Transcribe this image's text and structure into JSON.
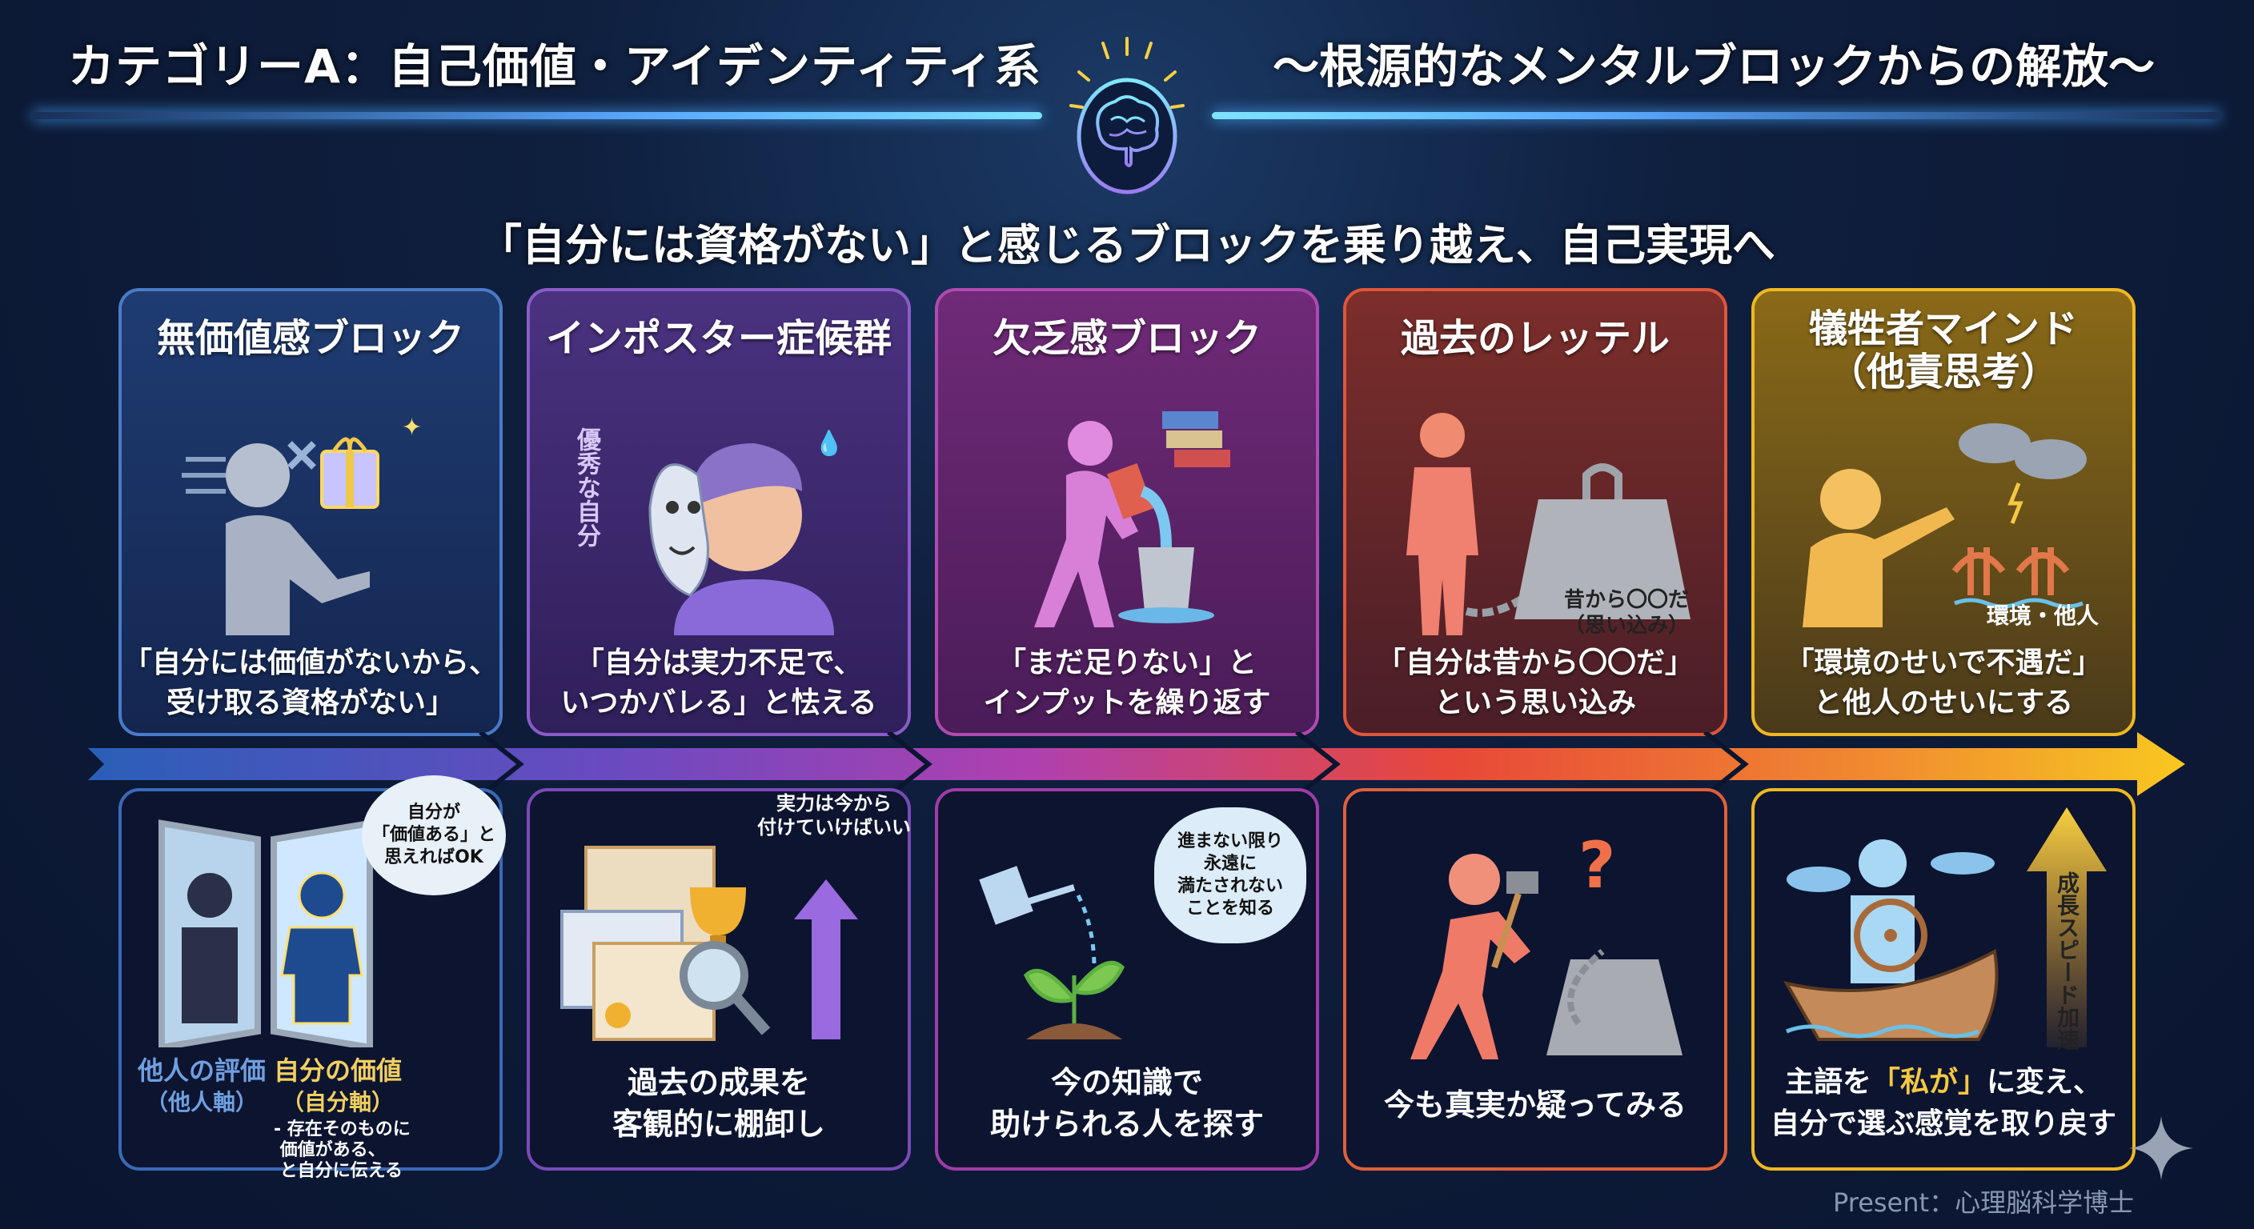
{
  "header": {
    "title_left": "カテゴリーA：自己価値・アイデンティティ系",
    "title_right": "〜根源的なメンタルブロックからの解放〜",
    "icon": "brain-icon"
  },
  "subtitle": "「自分には資格がない」と感じるブロックを乗り越え、自己実現へ",
  "colors": {
    "blue": "#4a7bc8",
    "purple": "#8a5cc8",
    "magenta": "#b04ab0",
    "red": "#e0553a",
    "gold": "#f0b820"
  },
  "blocks": [
    {
      "title": "無価値感ブロック",
      "quote_l1": "「自分には価値がないから、",
      "quote_l2": "受け取る資格がない」",
      "bubble": [
        "自分が",
        "「価値ある」と",
        "思えればOK"
      ],
      "label_other": "他人の評価",
      "label_other_sub": "（他人軸）",
      "label_self": "自分の価値",
      "label_self_sub": "（自分軸）",
      "note": [
        "- 存在そのものに",
        "価値がある、",
        "と自分に伝える"
      ]
    },
    {
      "title": "インポスター症候群",
      "mask_label": "優秀な自分",
      "quote_l1": "「自分は実力不足で、",
      "quote_l2": "いつかバレる」と怯える",
      "note": [
        "実力は今から",
        "付けていけばいい"
      ],
      "action_l1": "過去の成果を",
      "action_l2": "客観的に棚卸し"
    },
    {
      "title": "欠乏感ブロック",
      "quote_l1": "「まだ足りない」と",
      "quote_l2": "インプットを繰り返す",
      "bubble": [
        "進まない限り",
        "永遠に",
        "満たされない",
        "ことを知る"
      ],
      "action_l1": "今の知識で",
      "action_l2": "助けられる人を探す"
    },
    {
      "title": "過去のレッテル",
      "weight_l1": "昔から〇〇だ",
      "weight_l2": "（思い込み）",
      "quote_l1": "「自分は昔から〇〇だ」",
      "quote_l2": "という思い込み",
      "action_l1": "今も真実か疑ってみる"
    },
    {
      "title_l1": "犠牲者マインド",
      "title_l2": "（他責思考）",
      "env_label": "環境・他人",
      "quote_l1": "「環境のせいで不遇だ」",
      "quote_l2": "と他人のせいにする",
      "arrow_label": "成長スピード加速",
      "action_pre": "主語を",
      "action_hl": "「私が」",
      "action_post": "に変え、",
      "action_l2": "自分で選ぶ感覚を取り戻す"
    }
  ],
  "footer": "Present：心理脳科学博士"
}
